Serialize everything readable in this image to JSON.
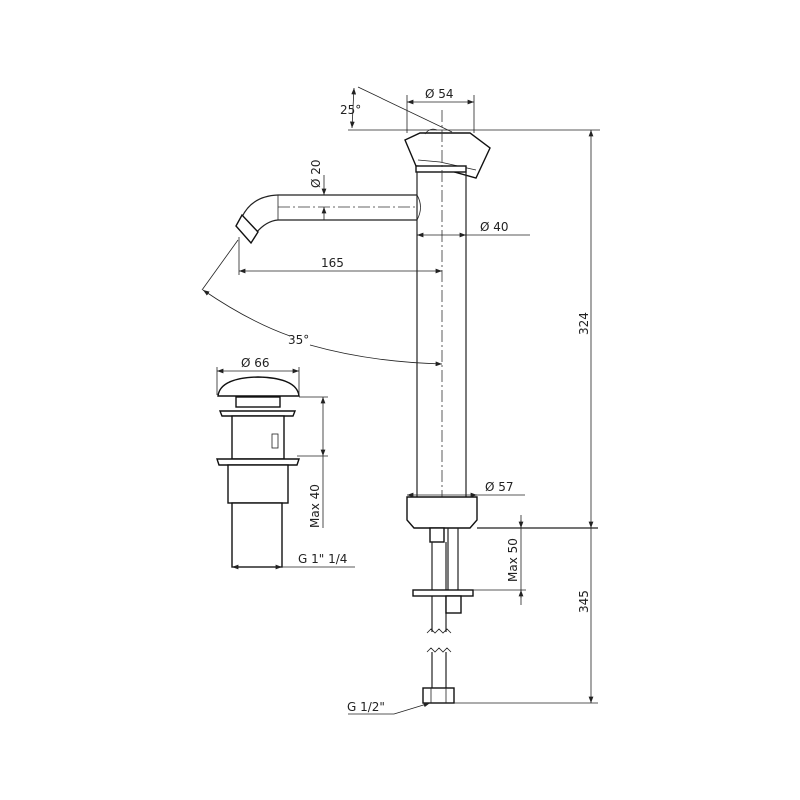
{
  "dimensions": {
    "handle_angle": "25°",
    "handle_diameter": "Ø 54",
    "spout_diameter": "Ø 20",
    "body_diameter": "Ø 40",
    "spout_reach": "165",
    "spout_angle": "35°",
    "waste_cap_diameter": "Ø 66",
    "waste_max_thickness": "Max 40",
    "waste_thread": "G 1\" 1/4",
    "base_diameter": "Ø 57",
    "total_height": "324",
    "max_deck_thickness": "Max 50",
    "hose_length": "345",
    "hose_thread": "G 1/2\""
  }
}
